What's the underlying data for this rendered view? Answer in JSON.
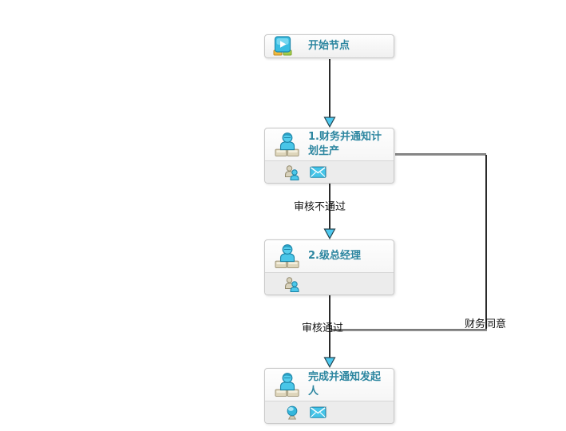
{
  "diagram": {
    "nodes": {
      "start": {
        "title": "开始节点",
        "icon": "start-play"
      },
      "task1": {
        "title": "1.财务并通知计划生产",
        "icon": "user",
        "footer_icons": [
          "participants",
          "mail"
        ]
      },
      "task2": {
        "title": "2.级总经理",
        "icon": "user",
        "footer_icons": [
          "participants"
        ]
      },
      "end": {
        "title": "完成并通知发起人",
        "icon": "user",
        "footer_icons": [
          "globe",
          "mail"
        ]
      }
    },
    "edges": {
      "reject_label": "审核不通过",
      "approve_label": "审核通过",
      "finance_agree_label": "财务同意"
    },
    "colors": {
      "node_title": "#2d86a0",
      "node_border": "#c9c9c9",
      "node_footer_bg": "#ececec",
      "line_dark": "#2b2b2b",
      "line_gray": "#808080",
      "arrow_fill": "#4ec9ef",
      "arrow_stroke": "#27454f",
      "label_text": "#111111"
    }
  }
}
